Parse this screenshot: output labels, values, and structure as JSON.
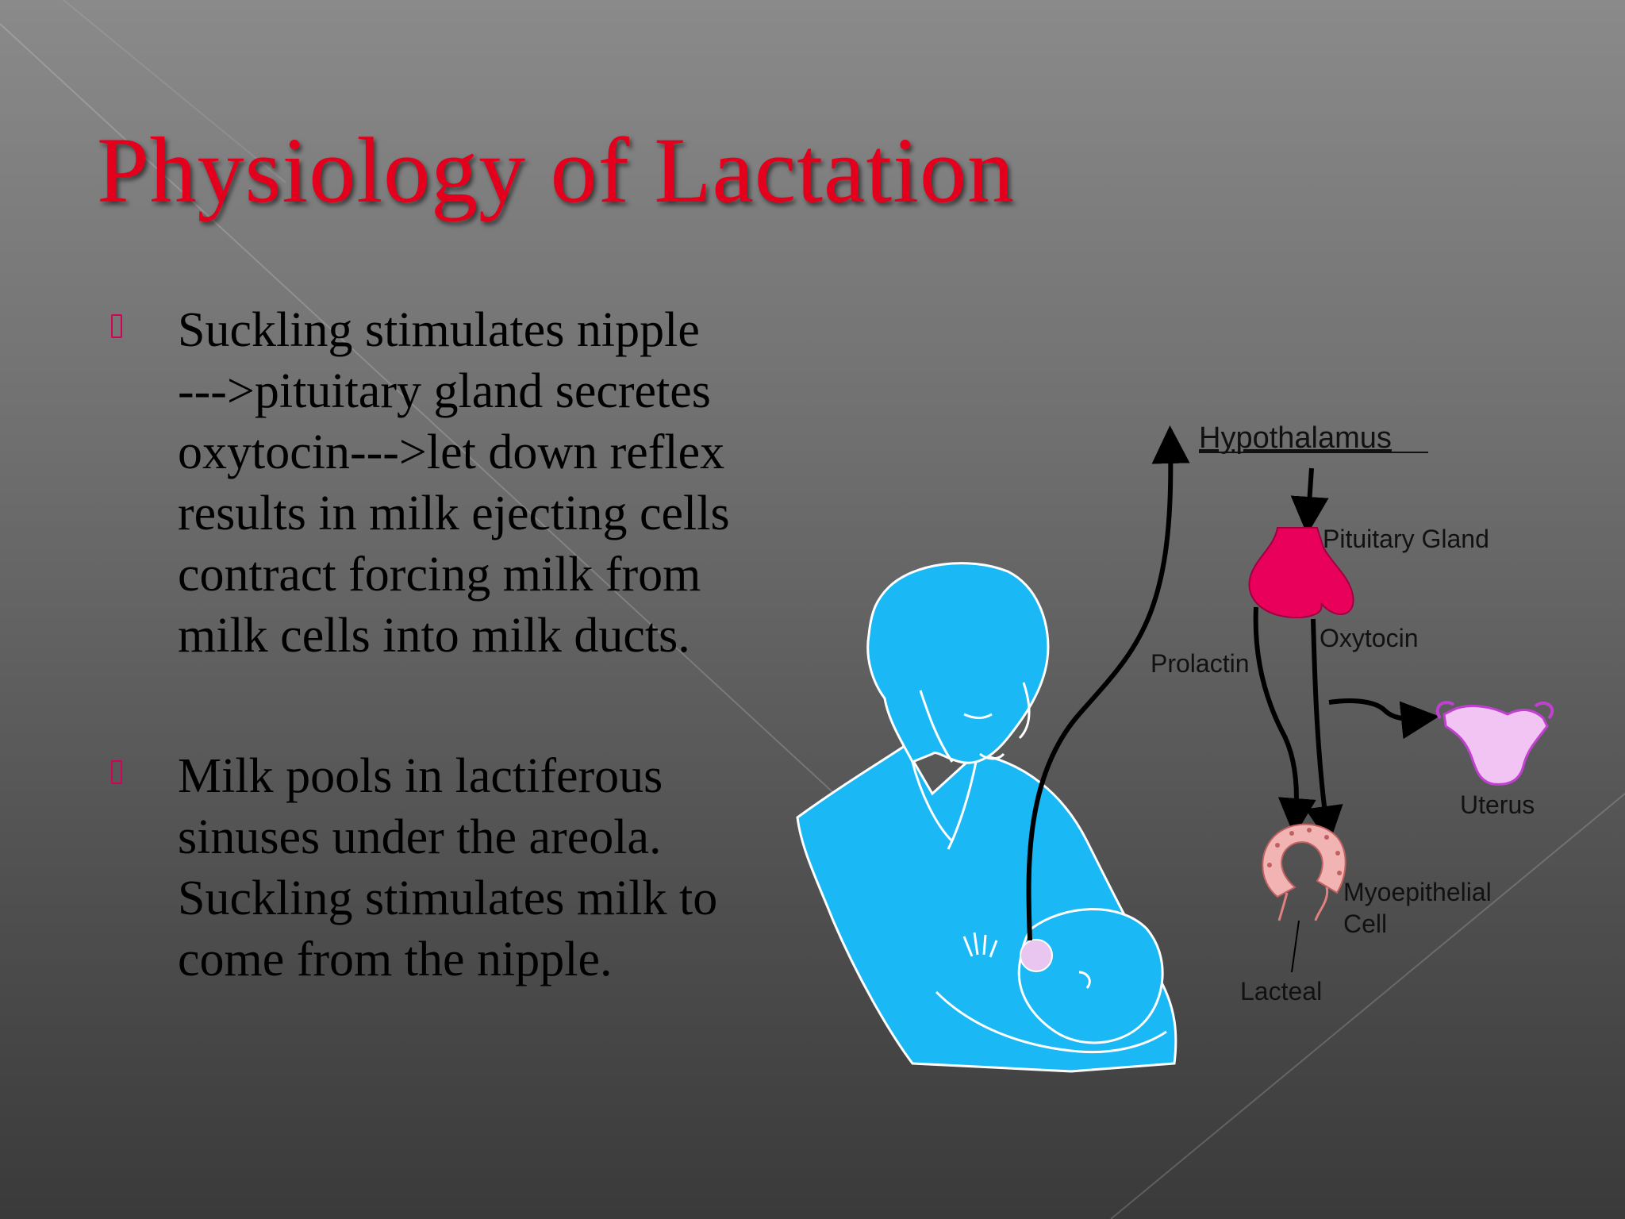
{
  "title": "Physiology of Lactation",
  "bullets": [
    {
      "text": "Suckling stimulates nipple\n--->pituitary gland secretes\noxytocin--->let down reflex\nresults in milk ejecting cells\ncontract forcing milk from\nmilk cells into milk ducts."
    },
    {
      "text": "Milk pools in lactiferous\nsinuses under the areola.\nSuckling stimulates milk to\ncome from the nipple."
    }
  ],
  "diagram": {
    "labels": {
      "hypothalamus": "Hypothalamus",
      "pituitary": "Pituitary Gland",
      "oxytocin": "Oxytocin",
      "prolactin": "Prolactin",
      "uterus": "Uterus",
      "myoepithelial_line1": "Myoepithelial",
      "myoepithelial_line2": "Cell",
      "lacteal": "Lacteal"
    }
  },
  "colors": {
    "title": "#e4001c",
    "bullet_marker": "#d5005a",
    "figure_fill": "#1ab8f5",
    "pituitary": "#e8005a",
    "uterus": "#e07ae8",
    "cells": "#f2b3b3"
  }
}
